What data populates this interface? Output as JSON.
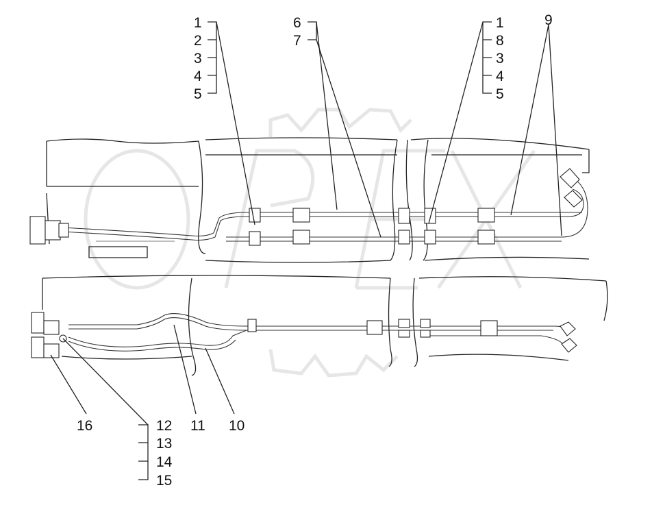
{
  "diagram": {
    "watermark_text": "OPEX",
    "callouts": {
      "c1_top_left": "1",
      "c2_top_left": "2",
      "c3_top_left": "3",
      "c4_top_left": "4",
      "c5_top_left": "5",
      "c6": "6",
      "c7": "7",
      "c1_top_right": "1",
      "c8": "8",
      "c3_top_right": "3",
      "c4_top_right": "4",
      "c5_top_right": "5",
      "c9": "9",
      "c16": "16",
      "c12": "12",
      "c13": "13",
      "c14": "14",
      "c15": "15",
      "c11": "11",
      "c10": "10"
    },
    "colors": {
      "line": "#222222",
      "watermark": "#e6e6e6",
      "background": "#ffffff"
    }
  }
}
